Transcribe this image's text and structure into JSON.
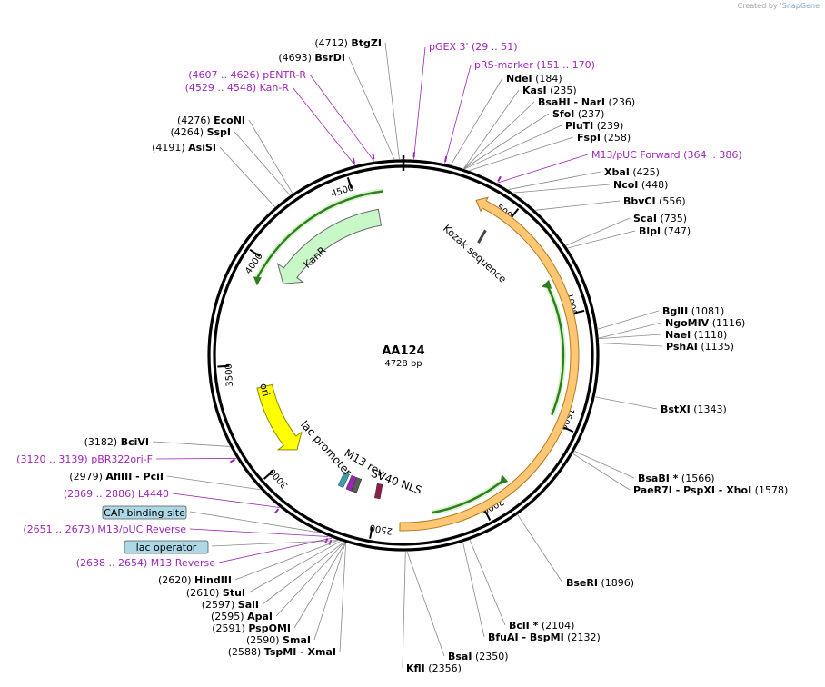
{
  "header": {
    "credit_prefix": "Created by",
    "credit_brand": "SnapGene"
  },
  "plasmid": {
    "name": "AA124",
    "length_label": "4728 bp",
    "length": 4728
  },
  "colors": {
    "backbone": "#000000",
    "feature_label": "#9b26b6",
    "cds_fill": "#ffc773",
    "kanr_fill": "#c8f7c8",
    "ori_fill": "#ffff00",
    "primer_arrow": "#2f7d22",
    "tag_fill": "#add8e6"
  },
  "ticks": [
    "500",
    "1000",
    "1500",
    "2000",
    "2500",
    "3000",
    "3500",
    "4000",
    "4500"
  ],
  "inner_features": {
    "kozak": "Kozak sequence",
    "kanr": "KanR",
    "ori": "ori",
    "lac_promoter": "lac promoter",
    "m13_rev": "M13 rev",
    "sv40_nls": "SV40 NLS"
  },
  "right_labels": [
    {
      "name": "NdeI",
      "pos": "(184)"
    },
    {
      "name": "KasI",
      "pos": "(235)"
    },
    {
      "name": "BsaHI",
      "extra": "NarI",
      "pos": "(236)"
    },
    {
      "name": "SfoI",
      "pos": "(237)"
    },
    {
      "name": "PluTI",
      "pos": "(239)"
    },
    {
      "name": "FspI",
      "pos": "(258)"
    },
    {
      "feature": "M13/pUC Forward",
      "pos": "(364 .. 386)"
    },
    {
      "name": "XbaI",
      "pos": "(425)"
    },
    {
      "name": "NcoI",
      "pos": "(448)"
    },
    {
      "name": "BbvCI",
      "pos": "(556)"
    },
    {
      "name": "ScaI",
      "pos": "(735)"
    },
    {
      "name": "BlpI",
      "pos": "(747)"
    },
    {
      "name": "BglII",
      "pos": "(1081)"
    },
    {
      "name": "NgoMIV",
      "pos": "(1116)"
    },
    {
      "name": "NaeI",
      "pos": "(1118)"
    },
    {
      "name": "PshAI",
      "pos": "(1135)"
    },
    {
      "name": "BstXI",
      "pos": "(1343)"
    },
    {
      "name": "BsaBI *",
      "pos": "(1566)"
    },
    {
      "name": "PaeR7I",
      "extra": "PspXI",
      "extra2": "XhoI",
      "pos": "(1578)"
    },
    {
      "name": "BseRI",
      "pos": "(1896)"
    },
    {
      "name": "BclI *",
      "pos": "(2104)"
    },
    {
      "name": "BfuAI",
      "extra": "BspMI",
      "pos": "(2132)"
    },
    {
      "name": "BsaI",
      "pos": "(2350)"
    },
    {
      "name": "KflI",
      "pos": "(2356)"
    }
  ],
  "top_labels": [
    {
      "feature": "pGEX 3'",
      "pos": "(29 .. 51)"
    },
    {
      "feature": "pRS-marker",
      "pos": "(151 .. 170)"
    }
  ],
  "left_labels": [
    {
      "name": "BtgZI",
      "pos": "(4712)"
    },
    {
      "name": "BsrDI",
      "pos": "(4693)"
    },
    {
      "feature": "pENTR-R",
      "pos": "(4607 .. 4626)"
    },
    {
      "feature": "Kan-R",
      "pos": "(4529 .. 4548)"
    },
    {
      "name": "EcoNI",
      "pos": "(4276)"
    },
    {
      "name": "SspI",
      "pos": "(4264)"
    },
    {
      "name": "AsiSI",
      "pos": "(4191)"
    },
    {
      "name": "BciVI",
      "pos": "(3182)"
    },
    {
      "feature": "pBR322ori-F",
      "pos": "(3120 .. 3139)"
    },
    {
      "name": "AflIII",
      "extra": "PciI",
      "pos": "(2979)"
    },
    {
      "feature": "L4440",
      "pos": "(2869 .. 2886)"
    },
    {
      "tag": "CAP binding site"
    },
    {
      "feature": "M13/pUC Reverse",
      "pos": "(2651 .. 2673)"
    },
    {
      "tag": "lac operator"
    },
    {
      "feature": "M13 Reverse",
      "pos": "(2638 .. 2654)"
    },
    {
      "name": "HindIII",
      "pos": "(2620)"
    },
    {
      "name": "StuI",
      "pos": "(2610)"
    },
    {
      "name": "SalI",
      "pos": "(2597)"
    },
    {
      "name": "ApaI",
      "pos": "(2595)"
    },
    {
      "name": "PspOMI",
      "pos": "(2591)"
    },
    {
      "name": "SmaI",
      "pos": "(2590)"
    },
    {
      "name": "TspMI",
      "extra": "XmaI",
      "pos": "(2588)"
    }
  ]
}
